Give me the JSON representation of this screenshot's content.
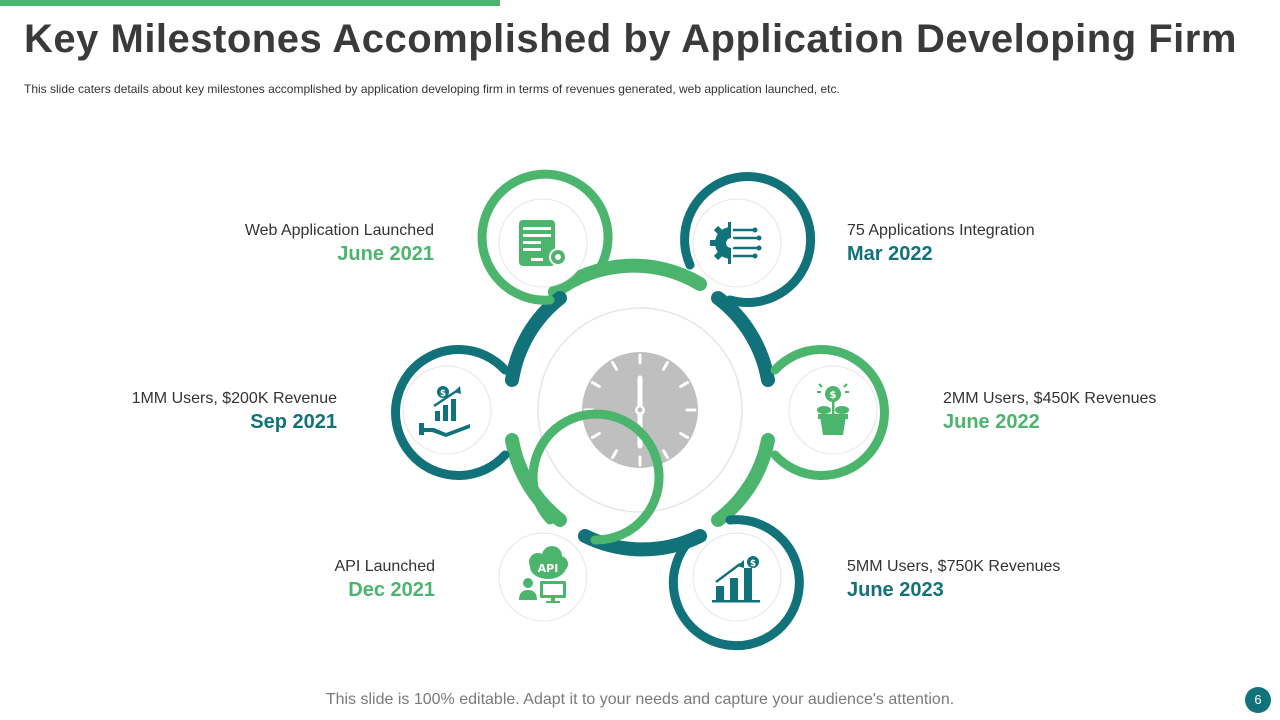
{
  "header": {
    "title": "Key Milestones Accomplished by Application Developing Firm",
    "subtitle": "This slide caters details about key milestones accomplished by application developing  firm in terms of revenues  generated,  web application launched, etc."
  },
  "colors": {
    "green": "#4cb56d",
    "teal": "#11727a",
    "clock": "#bfbfbf",
    "title": "#3a3a3a"
  },
  "milestones": [
    {
      "label": "Web Application Launched",
      "date": "June 2021",
      "icon": "web-app-settings-icon",
      "color": "green"
    },
    {
      "label": "75 Applications Integration",
      "date": "Mar 2022",
      "icon": "circuit-gear-icon",
      "color": "teal"
    },
    {
      "label": "1MM Users, $200K Revenue",
      "date": "Sep 2021",
      "icon": "revenue-growth-hand-icon",
      "color": "teal"
    },
    {
      "label": "2MM Users, $450K Revenues",
      "date": "June 2022",
      "icon": "money-plant-icon",
      "color": "green"
    },
    {
      "label": "API Launched",
      "date": "Dec 2021",
      "icon": "api-cloud-icon",
      "color": "green"
    },
    {
      "label": "5MM Users, $750K Revenues",
      "date": "June 2023",
      "icon": "growth-chart-icon",
      "color": "teal"
    }
  ],
  "center": {
    "icon": "clock-icon"
  },
  "footer": {
    "text": "This slide is 100% editable. Adapt it to your needs and capture your audience's attention.",
    "page_number": "6"
  }
}
